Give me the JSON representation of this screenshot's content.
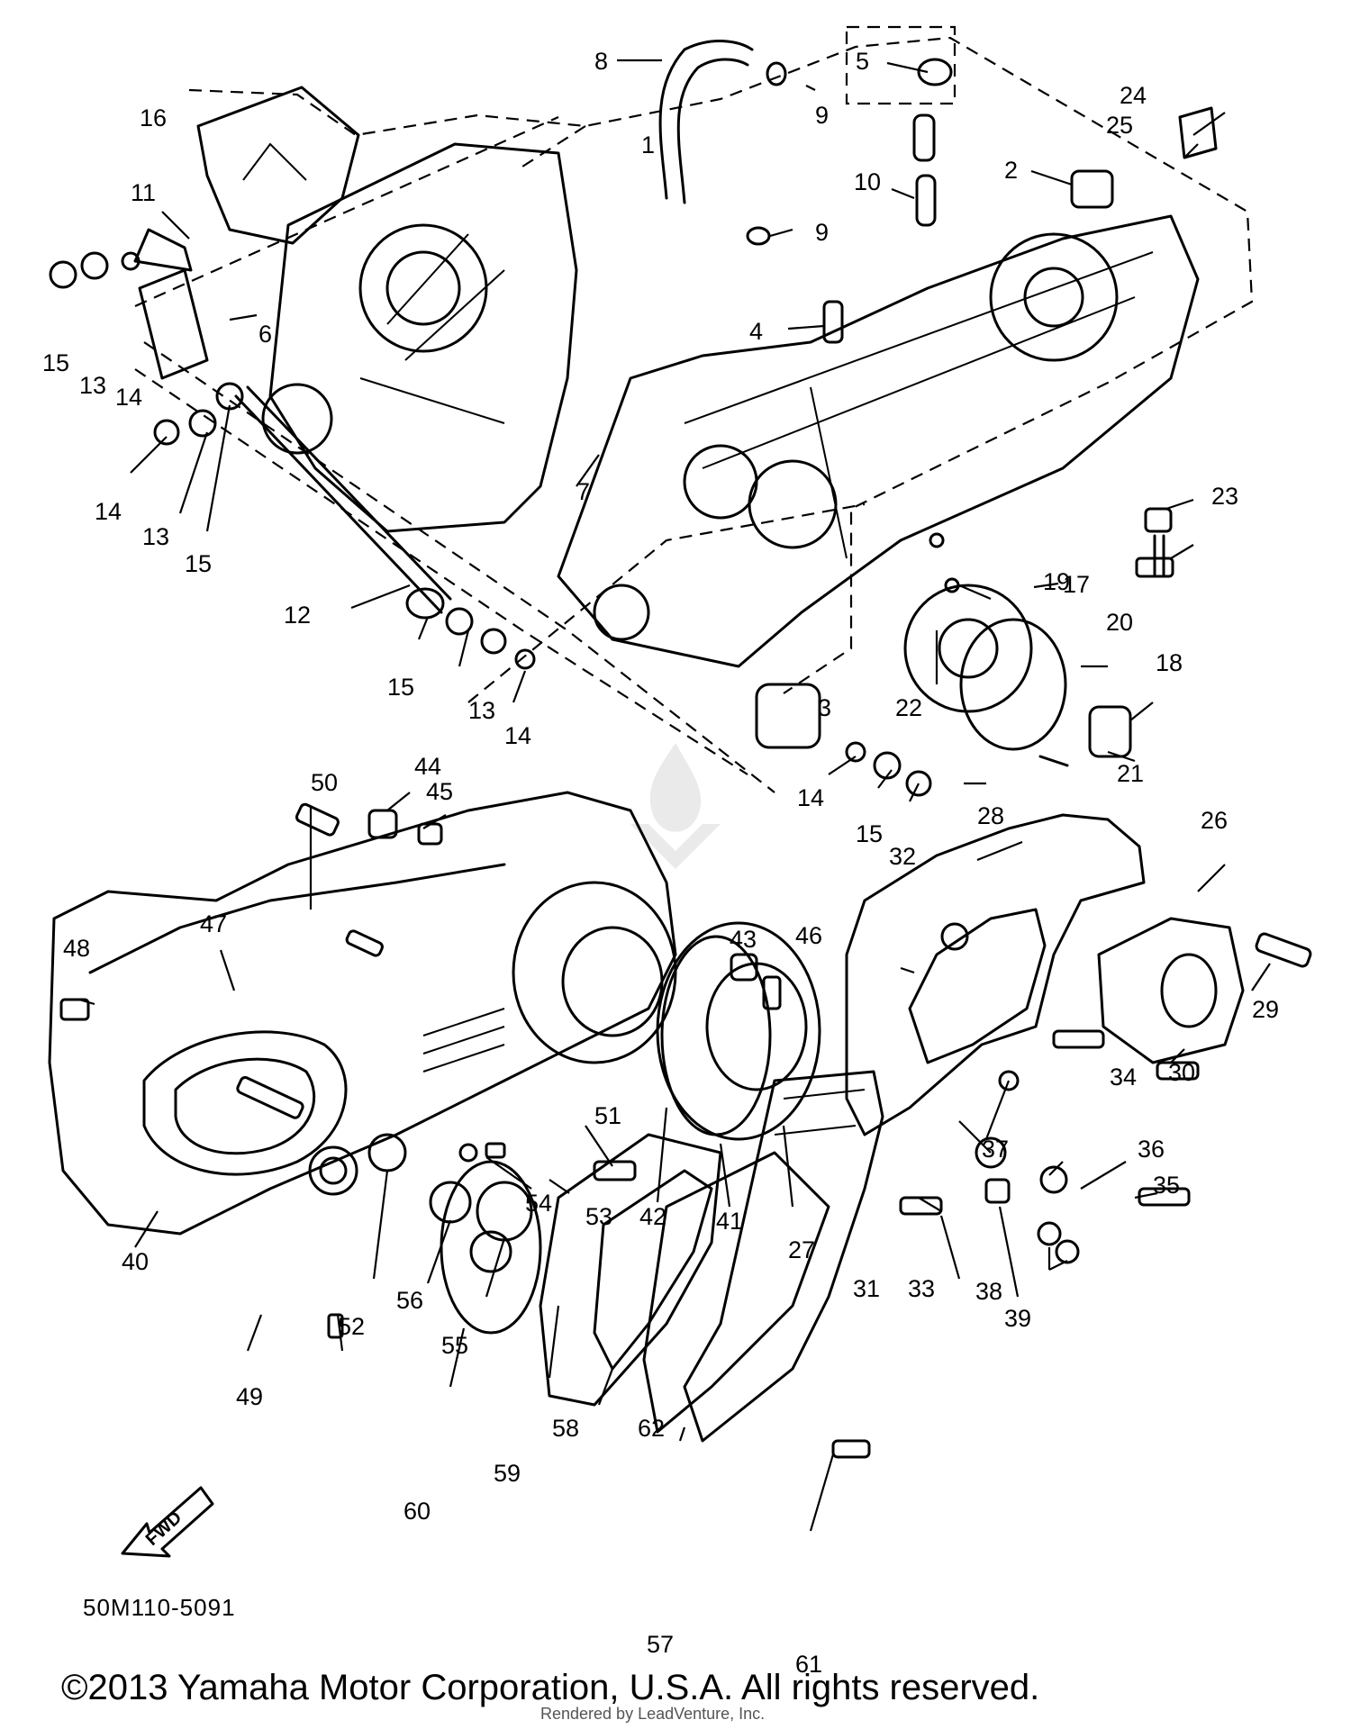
{
  "diagram": {
    "code": "50M110-5091",
    "fwd_label": "FWD",
    "copyright": "©2013 Yamaha Motor Corporation, U.S.A. All rights reserved.",
    "render_credit": "Rendered by LeadVenture, Inc.",
    "callouts": [
      "1",
      "2",
      "3",
      "4",
      "5",
      "6",
      "7",
      "8",
      "9",
      "9",
      "10",
      "11",
      "12",
      "13",
      "13",
      "13",
      "14",
      "14",
      "14",
      "14",
      "15",
      "15",
      "15",
      "15",
      "16",
      "17",
      "18",
      "19",
      "20",
      "21",
      "22",
      "23",
      "24",
      "25",
      "26",
      "27",
      "28",
      "29",
      "30",
      "31",
      "32",
      "33",
      "34",
      "35",
      "36",
      "37",
      "38",
      "39",
      "40",
      "41",
      "42",
      "43",
      "44",
      "45",
      "46",
      "47",
      "48",
      "49",
      "50",
      "51",
      "52",
      "53",
      "54",
      "55",
      "56",
      "57",
      "58",
      "59",
      "60",
      "61",
      "62"
    ]
  }
}
